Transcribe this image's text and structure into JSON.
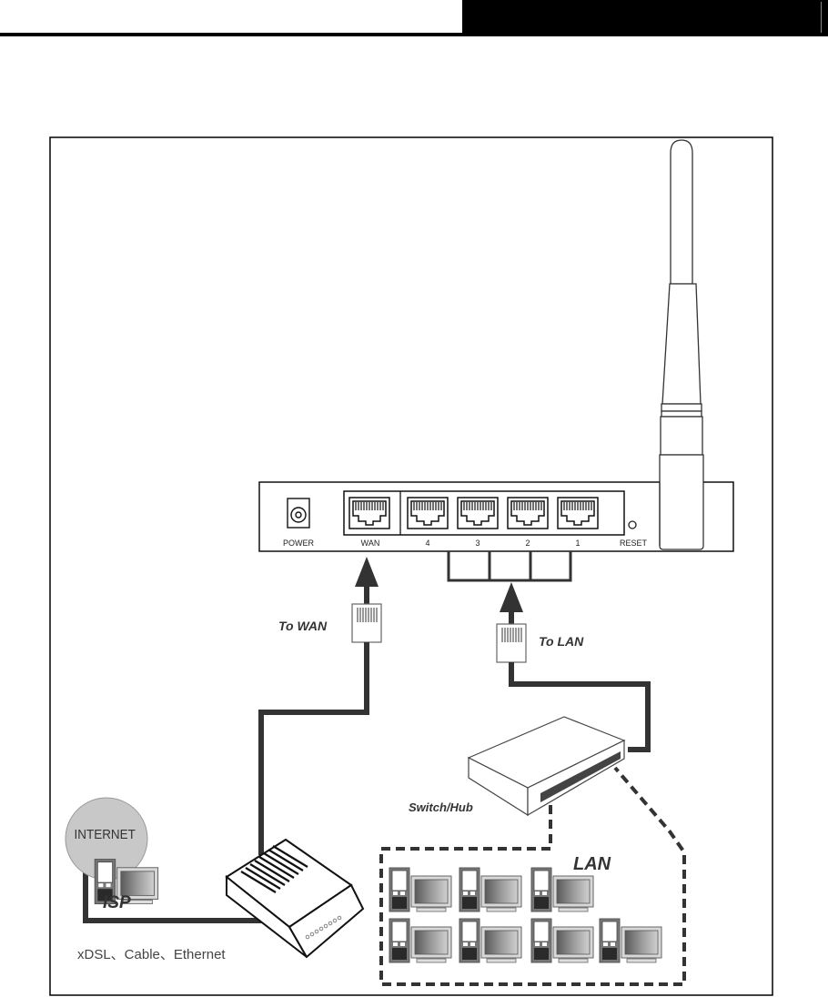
{
  "header": {
    "title_bar_color": "#000000"
  },
  "diagram": {
    "router": {
      "ports": [
        {
          "id": "power",
          "label": "POWER"
        },
        {
          "id": "wan",
          "label": "WAN"
        },
        {
          "id": "lan4",
          "label": "4"
        },
        {
          "id": "lan3",
          "label": "3"
        },
        {
          "id": "lan2",
          "label": "2"
        },
        {
          "id": "lan1",
          "label": "1"
        },
        {
          "id": "reset",
          "label": "RESET"
        }
      ]
    },
    "labels": {
      "to_wan": "To WAN",
      "to_lan": "To LAN",
      "switch_hub": "Switch/Hub",
      "lan": "LAN",
      "internet": "INTERNET",
      "isp": "ISP",
      "modem_types": "xDSL、Cable、Ethernet"
    },
    "lan_computers": 7,
    "colors": {
      "cable": "#333333",
      "line": "#222222",
      "internet_globe": "#c8c8c8"
    }
  }
}
